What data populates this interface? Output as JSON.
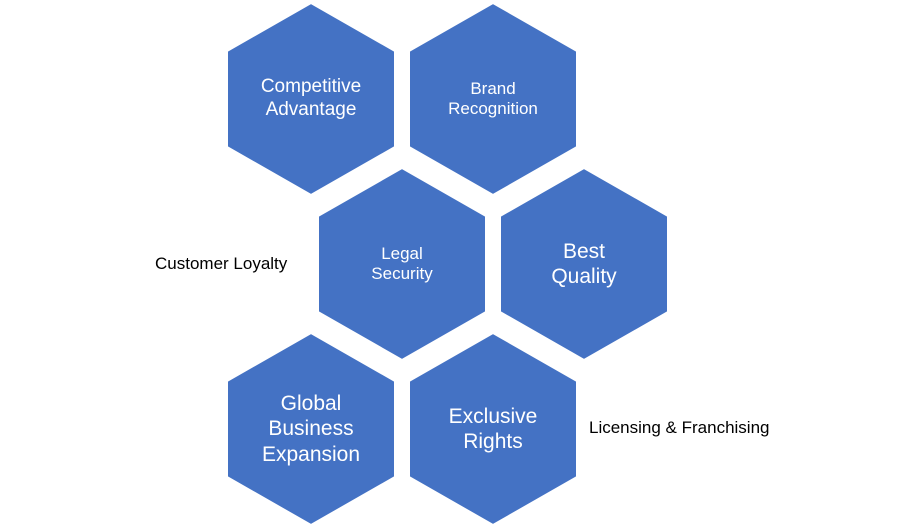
{
  "colors": {
    "hex_fill": "#4472C4",
    "hex_stroke": "#FFFFFF",
    "label_text": "#FFFFFF",
    "side_text": "#000000"
  },
  "hexagons": [
    {
      "id": "competitive-advantage",
      "label": "Competitive\nAdvantage"
    },
    {
      "id": "brand-recognition",
      "label": "Brand\nRecognition"
    },
    {
      "id": "legal-security",
      "label": "Legal\nSecurity"
    },
    {
      "id": "best-quality",
      "label": "Best\nQuality"
    },
    {
      "id": "global-business-expansion",
      "label": "Global\nBusiness\nExpansion"
    },
    {
      "id": "exclusive-rights",
      "label": "Exclusive\nRights"
    }
  ],
  "side_labels": {
    "customer_loyalty": "Customer Loyalty",
    "licensing_franchising": "Licensing & Franchising"
  }
}
